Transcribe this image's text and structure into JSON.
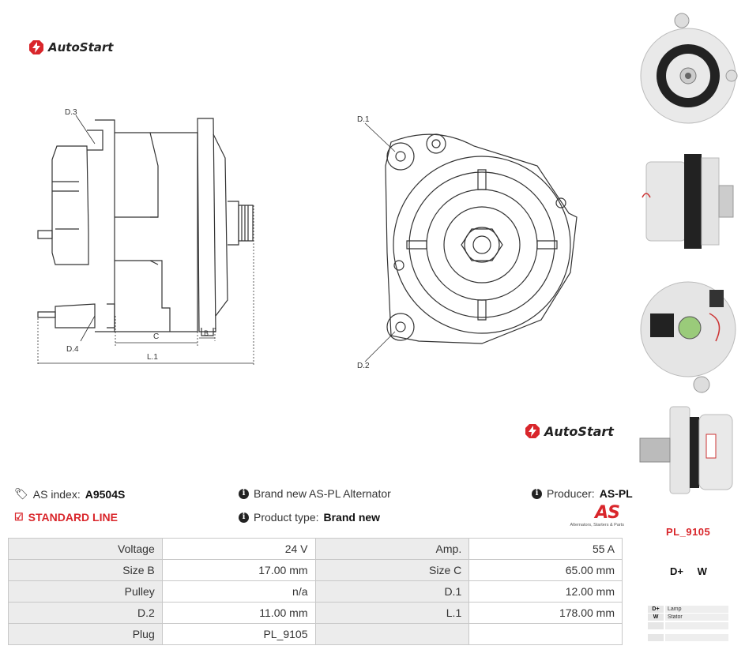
{
  "brand": {
    "name": "AutoStart",
    "accent": "#d9262b"
  },
  "drawing_labels": {
    "side": {
      "d3": "D.3",
      "d4": "D.4",
      "c": "C",
      "b": "B",
      "l1": "L.1"
    },
    "front": {
      "d1": "D.1",
      "d2": "D.2"
    }
  },
  "info": {
    "as_index_label": "AS index:",
    "as_index_value": "A9504S",
    "line": "STANDARD LINE",
    "description": "Brand new AS-PL Alternator",
    "product_type_label": "Product type:",
    "product_type_value": "Brand new",
    "producer_label": "Producer:",
    "producer_value": "AS-PL",
    "producer_logo_text": "AS",
    "producer_tagline": "Alternators, Starters & Parts"
  },
  "specs": [
    [
      "Voltage",
      "24 V",
      "Amp.",
      "55 A"
    ],
    [
      "Size B",
      "17.00 mm",
      "Size C",
      "65.00 mm"
    ],
    [
      "Pulley",
      "n/a",
      "D.1",
      "12.00 mm"
    ],
    [
      "D.2",
      "11.00 mm",
      "L.1",
      "178.00 mm"
    ],
    [
      "Plug",
      "PL_9105",
      "",
      ""
    ]
  ],
  "plug": {
    "code": "PL_9105",
    "terminals": "D+ W",
    "legend": [
      {
        "key": "D+",
        "value": "Lamp"
      },
      {
        "key": "W",
        "value": "Stator"
      },
      {
        "key": "",
        "value": ""
      },
      {
        "key": "",
        "value": ""
      }
    ]
  }
}
